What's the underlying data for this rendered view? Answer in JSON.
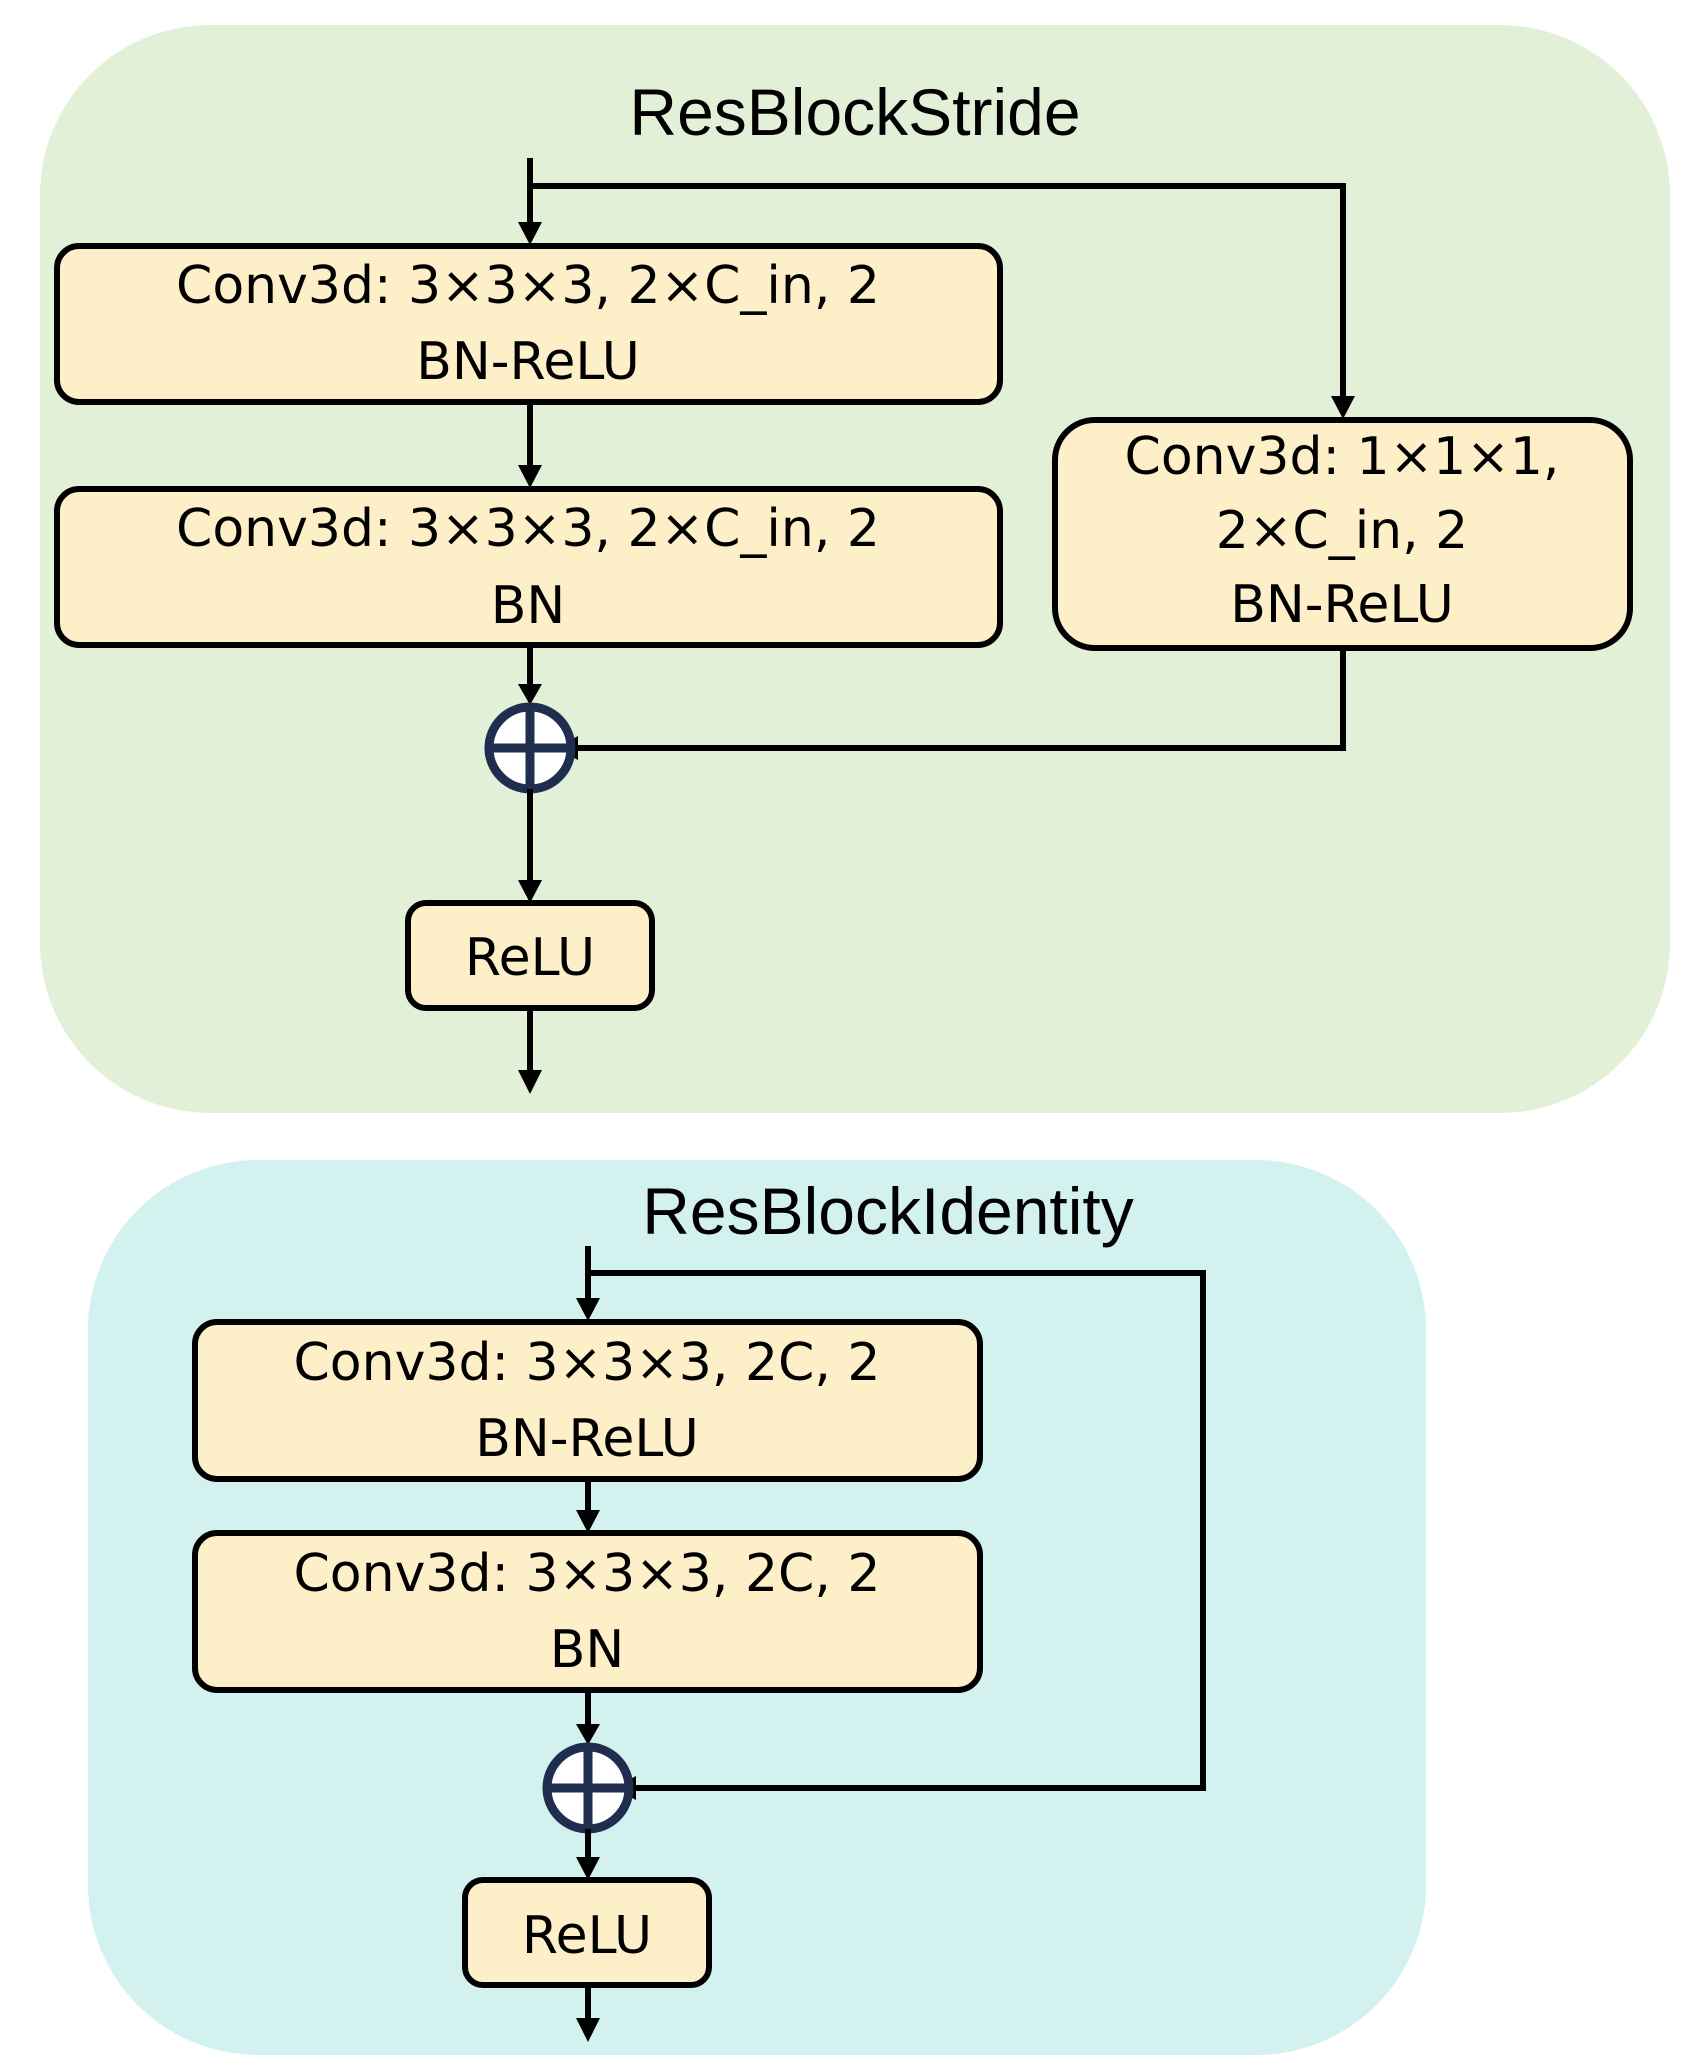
{
  "colors": {
    "stride_panel_bg": "#e3f0d8",
    "identity_panel_bg": "#d3f1ee",
    "box_fill": "#fdefc8",
    "sum_node": "#1f2d4e"
  },
  "stride": {
    "title": "ResBlockStride",
    "conv1": {
      "line1": "Conv3d: 3×3×3, 2×C_in,  2",
      "line2": "BN-ReLU"
    },
    "conv2": {
      "line1": "Conv3d: 3×3×3, 2×C_in,  2",
      "line2": "BN"
    },
    "shortcut": {
      "line1": "Conv3d: 1×1×1,",
      "line2": "2×C_in,  2",
      "line3": "BN-ReLU"
    },
    "relu": "ReLU"
  },
  "identity": {
    "title": "ResBlockIdentity",
    "conv1": {
      "line1": "Conv3d: 3×3×3, 2C,  2",
      "line2": "BN-ReLU"
    },
    "conv2": {
      "line1": "Conv3d: 3×3×3, 2C,  2",
      "line2": "BN"
    },
    "relu": "ReLU"
  }
}
